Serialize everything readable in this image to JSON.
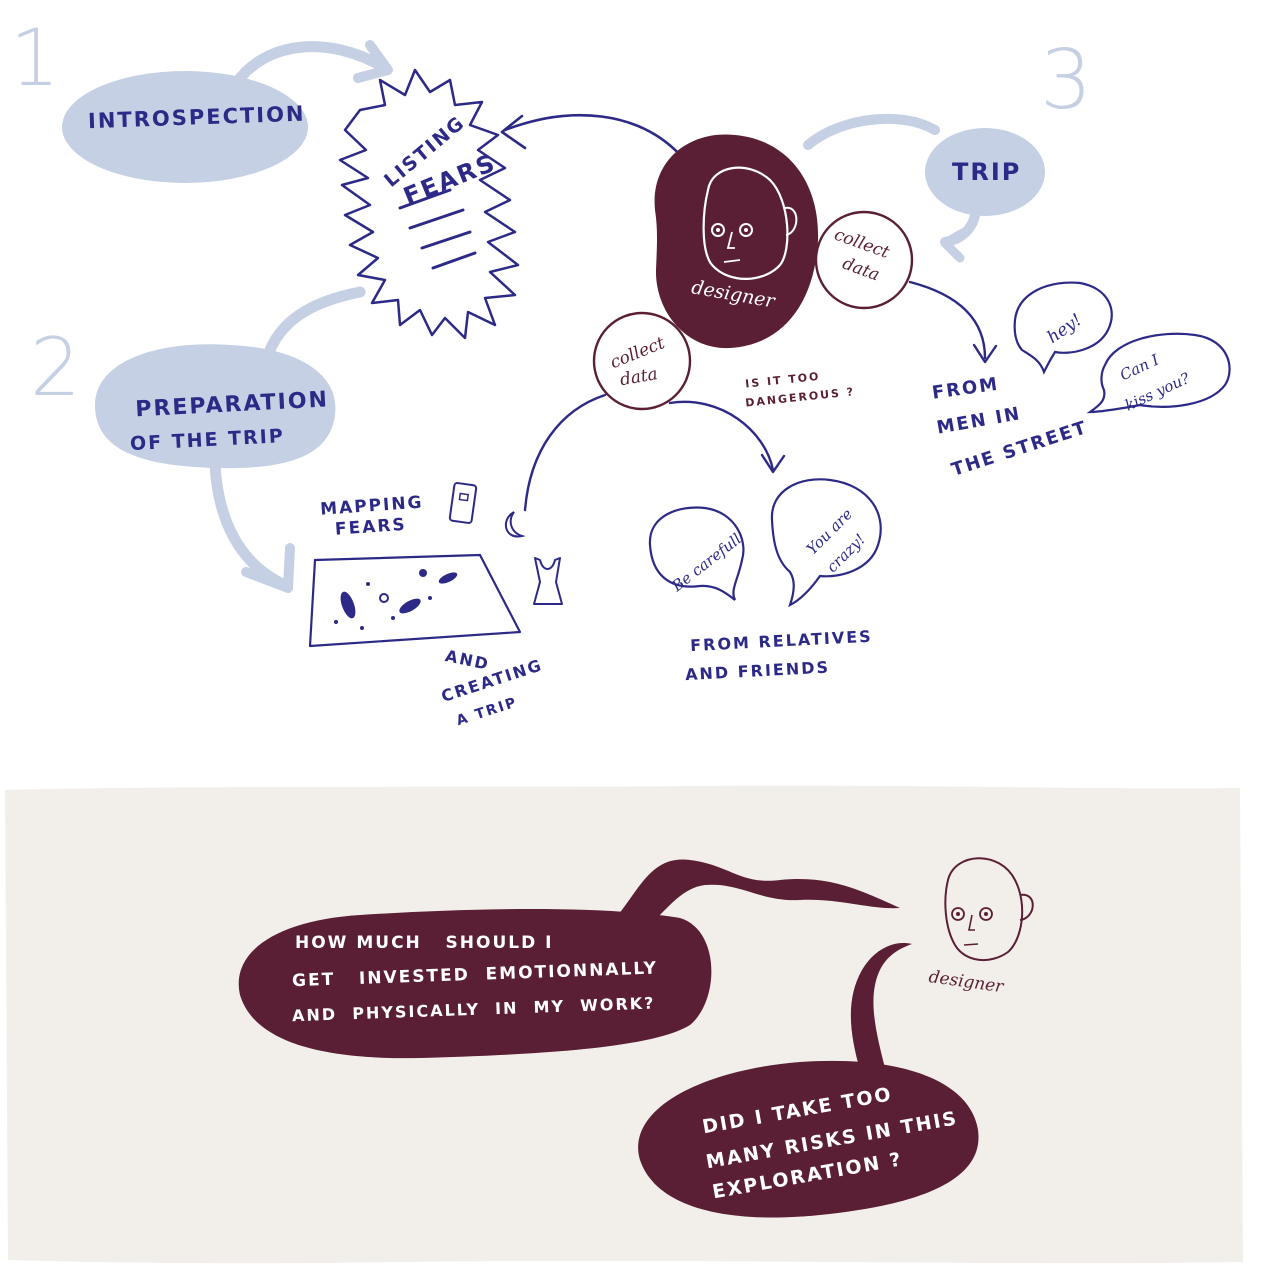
{
  "colors": {
    "ink": "#2c2a86",
    "maroon": "#5a1f35",
    "blob": "#c5d0e4",
    "step_number": "#c5d0e4",
    "beige_panel": "#f2efea",
    "white": "#ffffff"
  },
  "steps": {
    "one": {
      "number": "1",
      "label": "INTROSPECTION"
    },
    "two": {
      "number": "2",
      "label_line1": "PREPARATION",
      "label_line2": "OF THE TRIP"
    },
    "three": {
      "number": "3",
      "label": "TRIP"
    }
  },
  "listing": {
    "line1": "LISTING",
    "line2": "FEARS"
  },
  "designer_center": {
    "label": "designer"
  },
  "collect_left": {
    "line1": "collect",
    "line2": "data"
  },
  "collect_right": {
    "line1": "collect",
    "line2": "data"
  },
  "question_danger": {
    "line1": "IS IT TOO",
    "line2": "DANGEROUS ?"
  },
  "mapping": {
    "line1": "MAPPING",
    "line2": "FEARS"
  },
  "creating": {
    "line1": "AND",
    "line2": "CREATING",
    "line3": "A TRIP"
  },
  "relatives": {
    "bubble1": "Be carefull",
    "bubble2_line1": "You are",
    "bubble2_line2": "crazy!",
    "caption_line1": "FROM RELATIVES",
    "caption_line2": "AND FRIENDS"
  },
  "street": {
    "bubble1": "hey!",
    "bubble2_line1": "Can I",
    "bubble2_line2": "kiss you?",
    "caption_line1": "FROM",
    "caption_line2": "MEN IN",
    "caption_line3": "THE STREET"
  },
  "bottom": {
    "q1_line1": "HOW MUCH   SHOULD I",
    "q1_line2": "GET   INVESTED  EMOTIONNALLY",
    "q1_line3": "AND  PHYSICALLY  IN  MY  WORK?",
    "q2_line1": "DID I TAKE TOO",
    "q2_line2": "MANY RISKS IN THIS",
    "q2_line3": "EXPLORATION ?",
    "designer_label": "designer"
  }
}
